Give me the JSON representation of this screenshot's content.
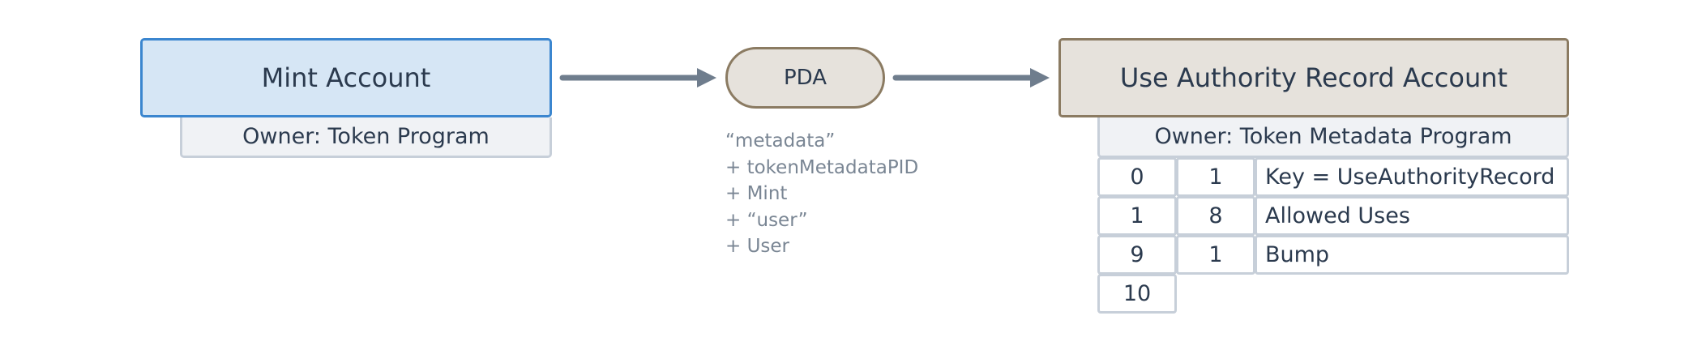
{
  "mint_account": {
    "title": "Mint Account",
    "owner": "Owner: Token Program"
  },
  "pda": {
    "label": "PDA",
    "seeds": [
      "“metadata”",
      "+ tokenMetadataPID",
      "+ Mint",
      "+ “user”",
      "+ User"
    ]
  },
  "use_authority_record": {
    "title": "Use Authority Record Account",
    "owner": "Owner: Token Metadata Program",
    "rows": [
      {
        "offset": "0",
        "size": "1",
        "field": "Key = UseAuthorityRecord"
      },
      {
        "offset": "1",
        "size": "8",
        "field": "Allowed Uses"
      },
      {
        "offset": "9",
        "size": "1",
        "field": "Bump"
      }
    ],
    "end_offset": "10"
  },
  "colors": {
    "mint_fill": "#d6e6f5",
    "mint_border": "#3b86cf",
    "pda_fill": "#e6e2dc",
    "pda_border": "#8b7b62",
    "owner_fill": "#f0f2f5",
    "cell_border": "#c7cfd9",
    "arrow": "#6f7d8d",
    "seed_text": "#7a8694"
  }
}
